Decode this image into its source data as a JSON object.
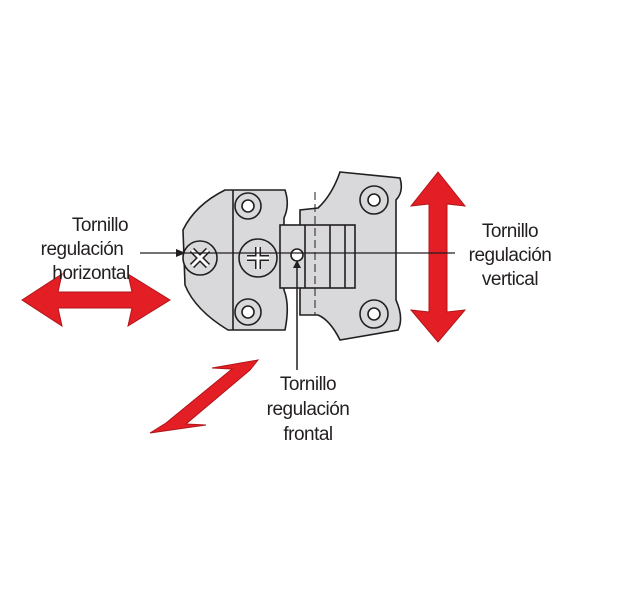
{
  "labels": {
    "horizontal": [
      "Tornillo",
      "regulación",
      "horizontal"
    ],
    "vertical": [
      "Tornillo",
      "regulación",
      "vertical"
    ],
    "frontal": [
      "Tornillo",
      "regulación",
      "frontal"
    ]
  },
  "colors": {
    "arrow": "#e31e24",
    "metal": "#d9d9db",
    "outline": "#231f20"
  }
}
